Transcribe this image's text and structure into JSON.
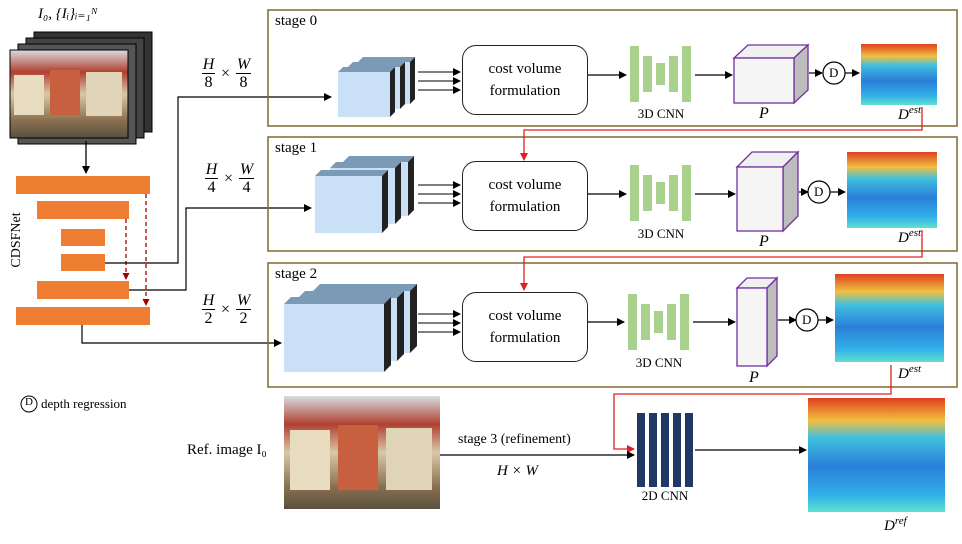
{
  "inputs_label": "I₀, {Iᵢ}ᵢ₌₁ᴺ",
  "backbone_label": "CDSFNet",
  "legend": {
    "symbol": "D",
    "text": "depth regression"
  },
  "scales": {
    "s0": {
      "num_h": "H",
      "den_h": "8",
      "num_w": "W",
      "den_w": "8"
    },
    "s1": {
      "num_h": "H",
      "den_h": "4",
      "num_w": "W",
      "den_w": "4"
    },
    "s2": {
      "num_h": "H",
      "den_h": "2",
      "num_w": "W",
      "den_w": "2"
    }
  },
  "stages": [
    {
      "title": "stage 0",
      "cv_line1": "cost volume",
      "cv_line2": "formulation",
      "cnn": "3D CNN",
      "prob": "P",
      "reg_symbol": "D",
      "depth_label": "D",
      "depth_sup": "est"
    },
    {
      "title": "stage 1",
      "cv_line1": "cost volume",
      "cv_line2": "formulation",
      "cnn": "3D CNN",
      "prob": "P",
      "reg_symbol": "D",
      "depth_label": "D",
      "depth_sup": "est"
    },
    {
      "title": "stage 2",
      "cv_line1": "cost volume",
      "cv_line2": "formulation",
      "cnn": "3D CNN",
      "prob": "P",
      "reg_symbol": "D",
      "depth_label": "D",
      "depth_sup": "est"
    }
  ],
  "refine": {
    "ref_label": "Ref. image I₀",
    "stage_label": "stage 3 (refinement)",
    "size_label": "H × W",
    "cnn": "2D CNN",
    "out_label": "D",
    "out_sup": "ref"
  },
  "colors": {
    "fpn": "#ed7d31",
    "feature": "#c9e0f7",
    "feature_side": "#4a6a8a",
    "cnn3d": "#a9d18e",
    "cnn2d": "#1f3864",
    "prob_border": "#7030a0",
    "stage_border": "#7f6a2f",
    "red_arrow": "#e02020",
    "dashed": "#a00000"
  }
}
